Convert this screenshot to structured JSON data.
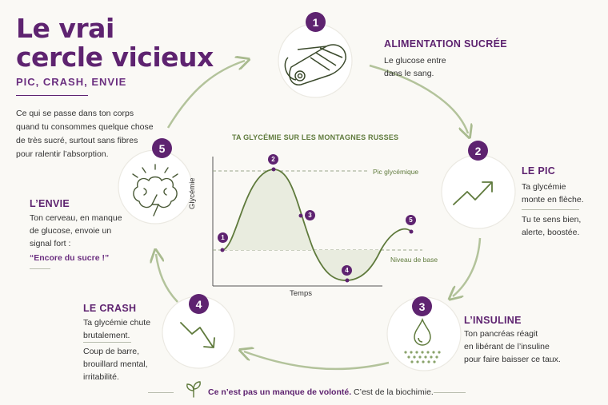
{
  "header": {
    "title": "Le vrai\ncercle vicieux",
    "subtitle": "PIC, CRASH, ENVIE",
    "intro": "Ce qui se passe dans ton corps quand tu consommes quelque chose de très sucré, surtout sans fibres pour ralentir l’absorption."
  },
  "steps": [
    {
      "number": "1",
      "title": "ALIMENTATION SUCRÉE",
      "text": "Le glucose entre\ndans le sang.",
      "icon": "candy-wrapper-icon"
    },
    {
      "number": "2",
      "title": "LE PIC",
      "text": "Ta glycémie\nmonte en flèche.",
      "text2": "Tu te sens bien,\nalerte, boostée.",
      "icon": "trend-up-arrow-icon"
    },
    {
      "number": "3",
      "title": "L’INSULINE",
      "text": "Ton pancréas réagit\nen libérant de l’insuline\npour faire baisser ce taux.",
      "icon": "drop-icon"
    },
    {
      "number": "4",
      "title": "LE CRASH",
      "text": "Ta glycémie chute\nbrutalement.",
      "text2": "Coup de barre,\nbrouillard mental,\nirritabilité.",
      "icon": "trend-down-arrow-icon"
    },
    {
      "number": "5",
      "title": "L’ENVIE",
      "text": "Ton cerveau, en manque\nde glucose, envoie un\nsignal fort :",
      "quote": "“Encore du sucre !”",
      "icon": "brain-lightning-icon"
    }
  ],
  "chart": {
    "title": "TA GLYCÉMIE SUR LES MONTAGNES RUSSES",
    "xlabel": "Temps",
    "ylabel": "Glycémie",
    "peak_label": "Pic glycémique",
    "base_label": "Niveau de base",
    "markers": [
      "1",
      "2",
      "3",
      "4",
      "5"
    ]
  },
  "footer": {
    "emphasis": "Ce n’est pas un manque de volonté.",
    "text": " C’est de la biochimie.",
    "icon": "sprout-icon"
  },
  "colors": {
    "purple": "#5e2370",
    "green": "#8aa36b",
    "background": "#faf9f5"
  }
}
